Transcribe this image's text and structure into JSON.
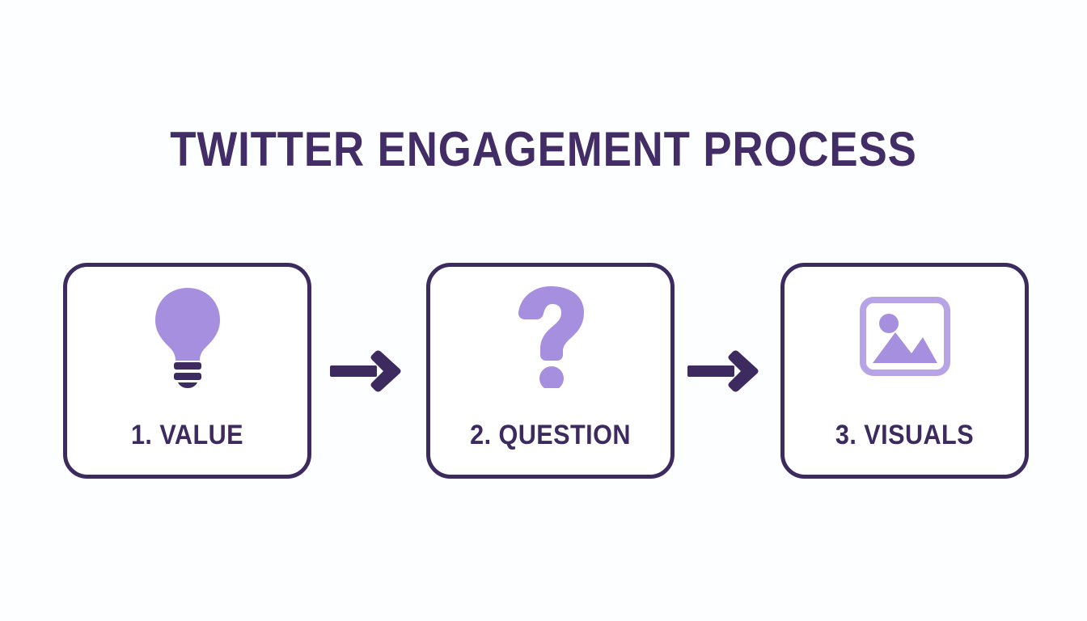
{
  "page": {
    "background_color": "#fdfeff",
    "title": "TWITTER ENGAGEMENT PROCESS"
  },
  "colors": {
    "dark_purple": "#3d2a5e",
    "title_purple": "#432d66",
    "light_purple": "#a78fdf",
    "card_fill": "#ffffff"
  },
  "flow": {
    "steps": [
      {
        "label": "1. VALUE",
        "icon": "lightbulb-icon",
        "index": 1
      },
      {
        "label": "2. QUESTION",
        "icon": "question-mark-icon",
        "index": 2
      },
      {
        "label": "3. VISUALS",
        "icon": "image-photo-icon",
        "index": 3
      }
    ],
    "connectors": [
      {
        "icon": "arrow-right-icon",
        "from": "1. VALUE",
        "to": "2. QUESTION"
      },
      {
        "icon": "arrow-right-icon",
        "from": "2. QUESTION",
        "to": "3. VISUALS"
      }
    ]
  }
}
